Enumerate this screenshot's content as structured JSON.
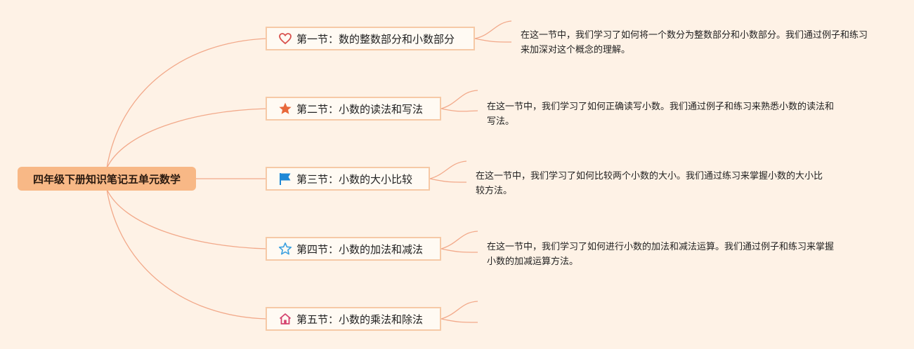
{
  "root": {
    "label": "四年级下册知识笔记五单元数学"
  },
  "topics": [
    {
      "label": "第一节：数的整数部分和小数部分",
      "icon": "heart-icon",
      "icon_color": "#d9534f",
      "note": "在这一节中，我们学习了如何将一个数分为整数部分和小数部分。我们通过例子和练习来加深对这个概念的理解。"
    },
    {
      "label": "第二节：小数的读法和写法",
      "icon": "star-filled-icon",
      "icon_color": "#e8683a",
      "note": "在这一节中，我们学习了如何正确读写小数。我们通过例子和练习来熟悉小数的读法和写法。"
    },
    {
      "label": "第三节：小数的大小比较",
      "icon": "flag-icon",
      "icon_color": "#1e88d6",
      "note": "在这一节中，我们学习了如何比较两个小数的大小。我们通过练习来掌握小数的大小比较方法。"
    },
    {
      "label": "第四节：小数的加法和减法",
      "icon": "star-outline-icon",
      "icon_color": "#3aa0e0",
      "note": "在这一节中，我们学习了如何进行小数的加法和减法运算。我们通过例子和练习来掌握小数的加减运算方法。"
    },
    {
      "label": "第五节：小数的乘法和除法",
      "icon": "house-icon",
      "icon_color": "#d4436e",
      "note": ""
    }
  ],
  "colors": {
    "background": "#fef2e6",
    "root_fill": "#f8b886",
    "branch_line": "#f2a98a",
    "topic_border": "#f6c9a6"
  }
}
